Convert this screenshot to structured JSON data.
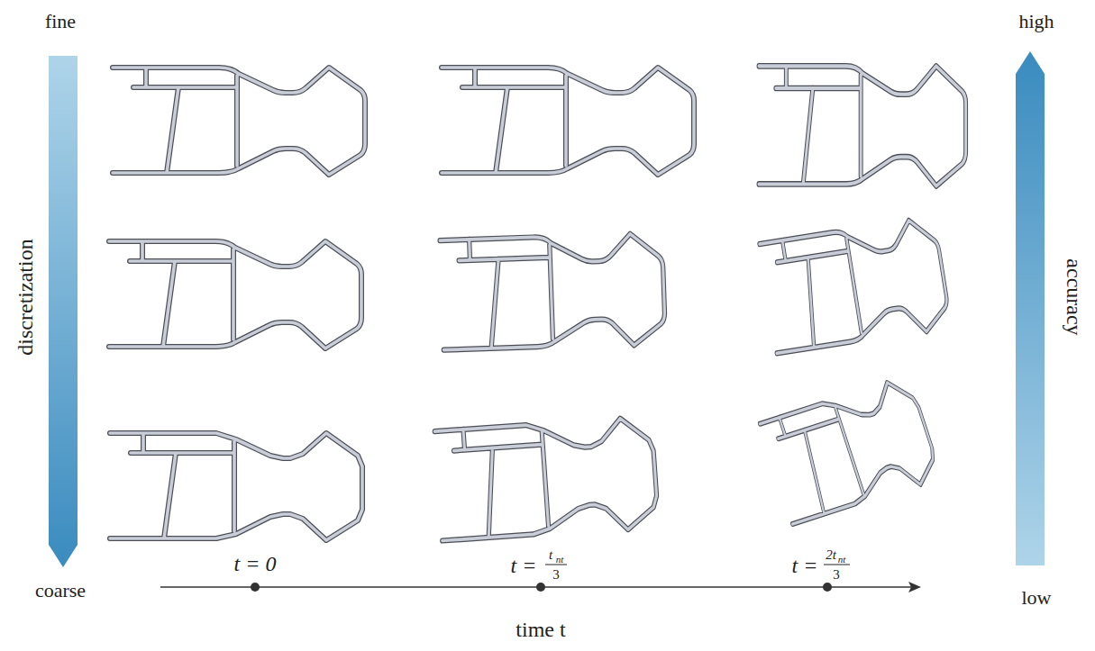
{
  "diagram": {
    "labels": [
      "fine",
      "coarse",
      "discretization",
      "high",
      "low",
      "accuracy",
      "t = 0",
      "t =",
      "t",
      "nt",
      "3",
      "t =",
      "2t",
      "nt",
      "3",
      "time t"
    ]
  }
}
